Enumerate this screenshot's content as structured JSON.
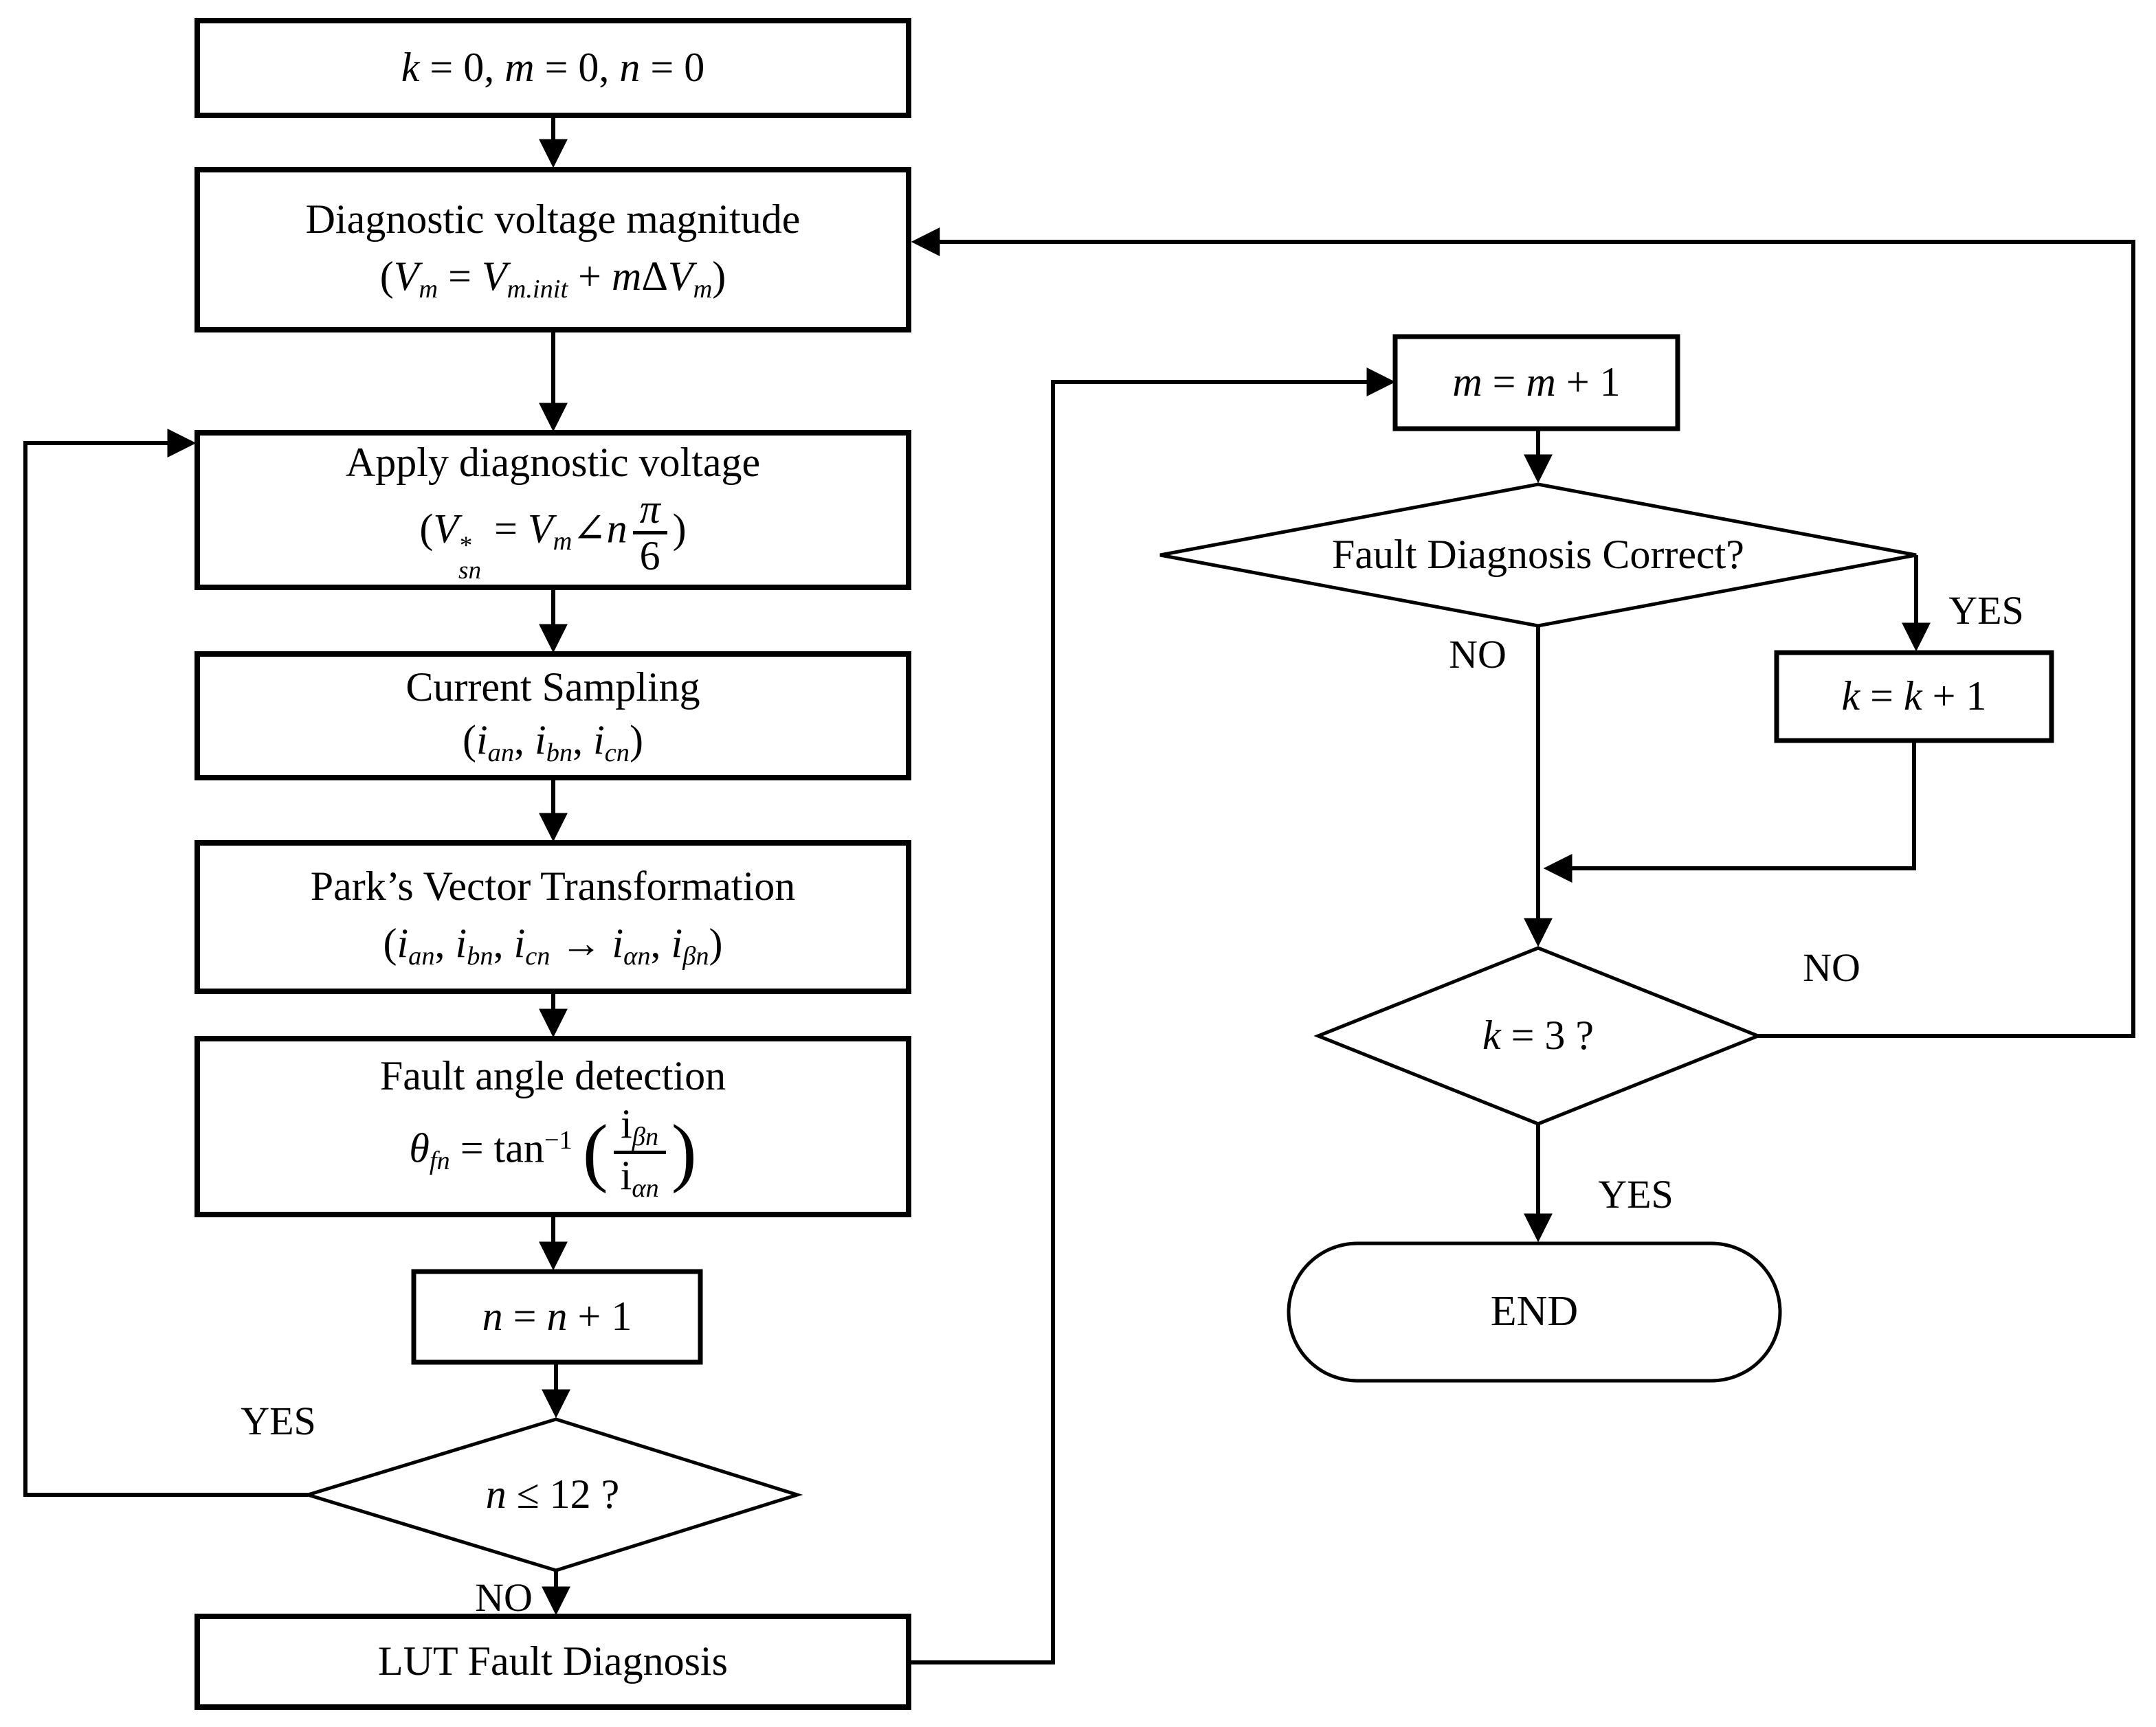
{
  "title": "Fault diagnosis flowchart",
  "colors": {
    "stroke": "#000000",
    "background": "#ffffff",
    "text": "#000000"
  },
  "nodes": {
    "init": {
      "shape": "rect",
      "lines": [
        [
          {
            "t": "k",
            "it": 1
          },
          {
            "t": " = 0, "
          },
          {
            "t": "m",
            "it": 1
          },
          {
            "t": " = 0, "
          },
          {
            "t": "n",
            "it": 1
          },
          {
            "t": " = 0"
          }
        ]
      ]
    },
    "diag_voltage": {
      "shape": "rect",
      "lines": [
        [
          {
            "t": "Diagnostic voltage magnitude"
          }
        ],
        [
          {
            "t": "("
          },
          {
            "t": "V",
            "it": 1
          },
          {
            "t": "m",
            "it": 1,
            "sub": 1
          },
          {
            "t": " = "
          },
          {
            "t": "V",
            "it": 1
          },
          {
            "t": "m.init",
            "it": 1,
            "sub": 1
          },
          {
            "t": " + "
          },
          {
            "t": "m",
            "it": 1
          },
          {
            "t": "Δ"
          },
          {
            "t": "V",
            "it": 1
          },
          {
            "t": "m",
            "it": 1,
            "sub": 1
          },
          {
            "t": ")"
          }
        ]
      ]
    },
    "apply_voltage": {
      "shape": "rect",
      "lines": [
        [
          {
            "t": "Apply diagnostic voltage"
          }
        ],
        [
          {
            "t": "("
          },
          {
            "t": "V",
            "it": 1
          },
          {
            "ss": {
              "sup": "*",
              "sub": "sn"
            }
          },
          {
            "t": " = "
          },
          {
            "t": "V",
            "it": 1
          },
          {
            "t": "m",
            "it": 1,
            "sub": 1
          },
          {
            "t": "∠"
          },
          {
            "t": "n",
            "it": 1
          },
          {
            "f": {
              "n": [
                {
                  "t": "π",
                  "it": 1
                }
              ],
              "d": [
                {
                  "t": "6"
                }
              ]
            }
          },
          {
            "t": ")"
          }
        ]
      ]
    },
    "current_sampling": {
      "shape": "rect",
      "lines": [
        [
          {
            "t": "Current Sampling"
          }
        ],
        [
          {
            "t": "("
          },
          {
            "t": "i",
            "it": 1
          },
          {
            "t": "an",
            "it": 1,
            "sub": 1
          },
          {
            "t": ", "
          },
          {
            "t": "i",
            "it": 1
          },
          {
            "t": "bn",
            "it": 1,
            "sub": 1
          },
          {
            "t": ", "
          },
          {
            "t": "i",
            "it": 1
          },
          {
            "t": "cn",
            "it": 1,
            "sub": 1
          },
          {
            "t": ")"
          }
        ]
      ]
    },
    "parks_transform": {
      "shape": "rect",
      "lines": [
        [
          {
            "t": "Park’s Vector Transformation"
          }
        ],
        [
          {
            "t": "("
          },
          {
            "t": "i",
            "it": 1
          },
          {
            "t": "an",
            "it": 1,
            "sub": 1
          },
          {
            "t": ", "
          },
          {
            "t": "i",
            "it": 1
          },
          {
            "t": "bn",
            "it": 1,
            "sub": 1
          },
          {
            "t": ", "
          },
          {
            "t": "i",
            "it": 1
          },
          {
            "t": "cn",
            "it": 1,
            "sub": 1
          },
          {
            "t": " → "
          },
          {
            "t": "i",
            "it": 1
          },
          {
            "t": "αn",
            "it": 1,
            "sub": 1
          },
          {
            "t": ", "
          },
          {
            "t": "i",
            "it": 1
          },
          {
            "t": "βn",
            "it": 1,
            "sub": 1
          },
          {
            "t": ")"
          }
        ]
      ]
    },
    "fault_angle": {
      "shape": "rect",
      "lines": [
        [
          {
            "t": "Fault angle detection"
          }
        ],
        [
          {
            "t": "θ",
            "it": 1
          },
          {
            "t": "fn",
            "it": 1,
            "sub": 1
          },
          {
            "t": " = tan"
          },
          {
            "t": "−1",
            "sup": 1
          },
          {
            "t": " "
          },
          {
            "t": "(",
            "big": 1
          },
          {
            "f": {
              "n": [
                {
                  "t": "i"
                },
                {
                  "t": "βn",
                  "it": 1,
                  "sub": 1
                }
              ],
              "d": [
                {
                  "t": "i"
                },
                {
                  "t": "αn",
                  "it": 1,
                  "sub": 1
                }
              ]
            }
          },
          {
            "t": ")",
            "big": 1
          }
        ]
      ]
    },
    "n_increment": {
      "shape": "rect",
      "lines": [
        [
          {
            "t": "n",
            "it": 1
          },
          {
            "t": " = "
          },
          {
            "t": "n",
            "it": 1
          },
          {
            "t": " + 1"
          }
        ]
      ]
    },
    "n_decision": {
      "shape": "diamond",
      "lines": [
        [
          {
            "t": "n",
            "it": 1
          },
          {
            "t": " ≤ 12 ?"
          }
        ]
      ]
    },
    "lut_diagnosis": {
      "shape": "rect",
      "lines": [
        [
          {
            "t": "LUT Fault Diagnosis"
          }
        ]
      ]
    },
    "m_increment": {
      "shape": "rect",
      "lines": [
        [
          {
            "t": "m",
            "it": 1
          },
          {
            "t": " = "
          },
          {
            "t": "m",
            "it": 1
          },
          {
            "t": " + 1"
          }
        ]
      ]
    },
    "fd_decision": {
      "shape": "diamond",
      "lines": [
        [
          {
            "t": "Fault Diagnosis Correct?"
          }
        ]
      ]
    },
    "k_increment": {
      "shape": "rect",
      "lines": [
        [
          {
            "t": "k",
            "it": 1
          },
          {
            "t": " = "
          },
          {
            "t": "k",
            "it": 1
          },
          {
            "t": " + 1"
          }
        ]
      ]
    },
    "k_decision": {
      "shape": "diamond",
      "lines": [
        [
          {
            "t": "k",
            "it": 1
          },
          {
            "t": " = 3 ?"
          }
        ]
      ]
    },
    "end": {
      "shape": "stadium",
      "lines": [
        [
          {
            "t": "END"
          }
        ]
      ]
    }
  },
  "labels": {
    "n_yes": "YES",
    "n_no": "NO",
    "fd_yes": "YES",
    "fd_no": "NO",
    "k_no": "NO",
    "k_yes": "YES"
  }
}
